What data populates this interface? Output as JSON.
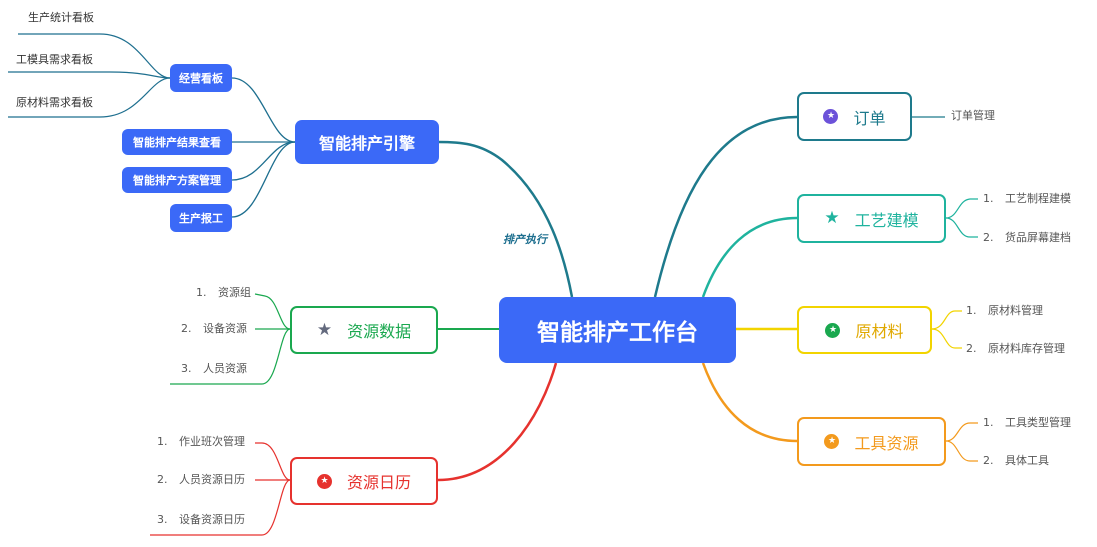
{
  "root": {
    "label": "智能排产工作台"
  },
  "engine": {
    "label": "智能排产引擎",
    "edge_label": "排产执行",
    "children": [
      {
        "label": "经营看板",
        "children": [
          "生产统计看板",
          "工模具需求看板",
          "原材料需求看板"
        ]
      },
      {
        "label": "智能排产结果查看"
      },
      {
        "label": "智能排产方案管理"
      },
      {
        "label": "生产报工"
      }
    ]
  },
  "resource_data": {
    "label": "资源数据",
    "icon": "star-icon",
    "color": "#1aa84f",
    "items": [
      {
        "num": "1.",
        "text": "资源组"
      },
      {
        "num": "2.",
        "text": "设备资源"
      },
      {
        "num": "3.",
        "text": "人员资源"
      }
    ]
  },
  "resource_calendar": {
    "label": "资源日历",
    "icon": "star-circle-icon",
    "color": "#e6322e",
    "items": [
      {
        "num": "1.",
        "text": "作业班次管理"
      },
      {
        "num": "2.",
        "text": "人员资源日历"
      },
      {
        "num": "3.",
        "text": "设备资源日历"
      }
    ]
  },
  "order": {
    "label": "订单",
    "icon": "star-circle-icon",
    "color": "#1e7a8c",
    "icon_color": "#6c52d9",
    "items": [
      {
        "num": "",
        "text": "订单管理"
      }
    ]
  },
  "process": {
    "label": "工艺建模",
    "icon": "star-icon",
    "color": "#1fb39e",
    "items": [
      {
        "num": "1.",
        "text": "工艺制程建模"
      },
      {
        "num": "2.",
        "text": "货品屏幕建档"
      }
    ]
  },
  "material": {
    "label": "原材料",
    "icon": "star-circle-icon",
    "color": "#f2d400",
    "icon_color": "#1aa84f",
    "text_color": "#e0a800",
    "items": [
      {
        "num": "1.",
        "text": "原材料管理"
      },
      {
        "num": "2.",
        "text": "原材料库存管理"
      }
    ]
  },
  "tools": {
    "label": "工具资源",
    "icon": "star-circle-icon",
    "color": "#f39a1d",
    "items": [
      {
        "num": "1.",
        "text": "工具类型管理"
      },
      {
        "num": "2.",
        "text": "具体工具"
      }
    ]
  }
}
